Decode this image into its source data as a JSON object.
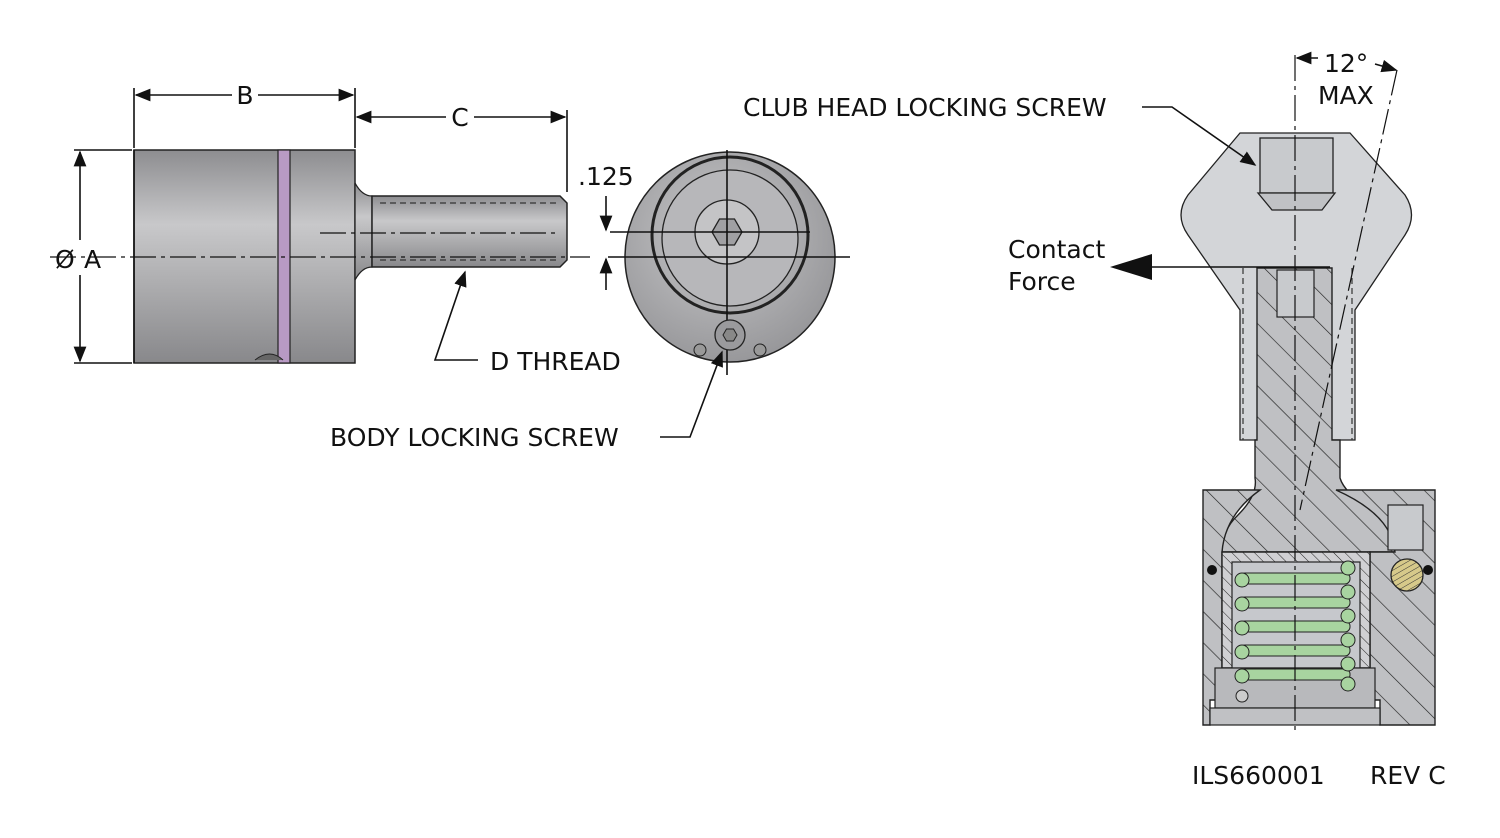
{
  "drawing": {
    "side_view": {
      "dim_b": "B",
      "dim_c": "C",
      "dim_a": "A",
      "diameter_symbol": "Ø",
      "thread_label": "D THREAD"
    },
    "end_view": {
      "offset_dim": ".125",
      "body_screw_label": "BODY LOCKING SCREW"
    },
    "section_view": {
      "club_screw_label": "CLUB HEAD LOCKING SCREW",
      "angle_value": "12°",
      "angle_qualifier": "MAX",
      "force_line1": "Contact",
      "force_line2": "Force"
    },
    "part_number": "ILS660001",
    "revision": "REV C"
  },
  "colors": {
    "body_gray": "#a9a9ab",
    "head_gray": "#d3d5d8",
    "groove_purple": "#b89ac4",
    "spring_green": "#a8d4a0",
    "line": "#111111"
  }
}
